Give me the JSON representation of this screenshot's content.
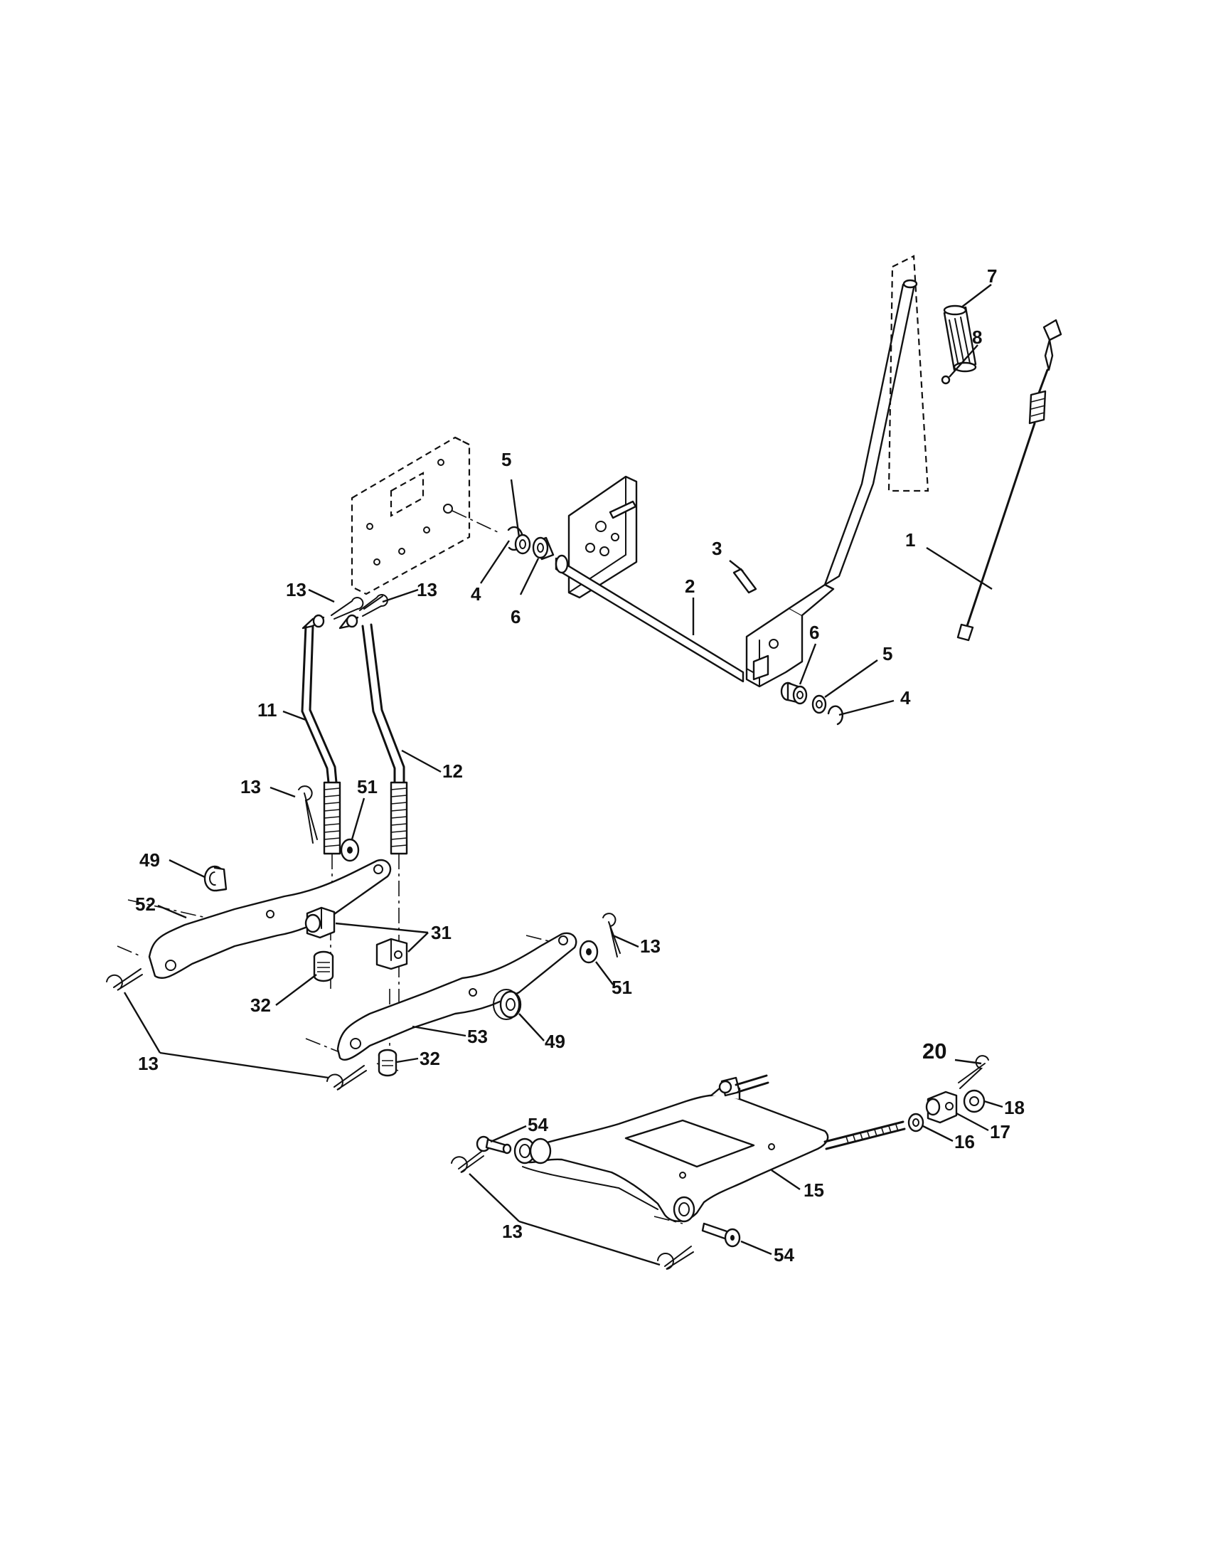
{
  "callouts": [
    {
      "id": "c1",
      "label": "1"
    },
    {
      "id": "c2",
      "label": "2"
    },
    {
      "id": "c3",
      "label": "3"
    },
    {
      "id": "c4a",
      "label": "4"
    },
    {
      "id": "c4b",
      "label": "4"
    },
    {
      "id": "c5a",
      "label": "5"
    },
    {
      "id": "c5b",
      "label": "5"
    },
    {
      "id": "c6a",
      "label": "6"
    },
    {
      "id": "c6b",
      "label": "6"
    },
    {
      "id": "c7",
      "label": "7"
    },
    {
      "id": "c8",
      "label": "8"
    },
    {
      "id": "c11",
      "label": "11"
    },
    {
      "id": "c12",
      "label": "12"
    },
    {
      "id": "c13a",
      "label": "13"
    },
    {
      "id": "c13b",
      "label": "13"
    },
    {
      "id": "c13c",
      "label": "13"
    },
    {
      "id": "c13d",
      "label": "13"
    },
    {
      "id": "c13e",
      "label": "13"
    },
    {
      "id": "c13f",
      "label": "13"
    },
    {
      "id": "c15",
      "label": "15"
    },
    {
      "id": "c16",
      "label": "16"
    },
    {
      "id": "c17",
      "label": "17"
    },
    {
      "id": "c18",
      "label": "18"
    },
    {
      "id": "c20",
      "label": "20"
    },
    {
      "id": "c31",
      "label": "31"
    },
    {
      "id": "c32a",
      "label": "32"
    },
    {
      "id": "c32b",
      "label": "32"
    },
    {
      "id": "c49a",
      "label": "49"
    },
    {
      "id": "c49b",
      "label": "49"
    },
    {
      "id": "c51a",
      "label": "51"
    },
    {
      "id": "c51b",
      "label": "51"
    },
    {
      "id": "c52",
      "label": "52"
    },
    {
      "id": "c53",
      "label": "53"
    },
    {
      "id": "c54a",
      "label": "54"
    },
    {
      "id": "c54b",
      "label": "54"
    }
  ]
}
